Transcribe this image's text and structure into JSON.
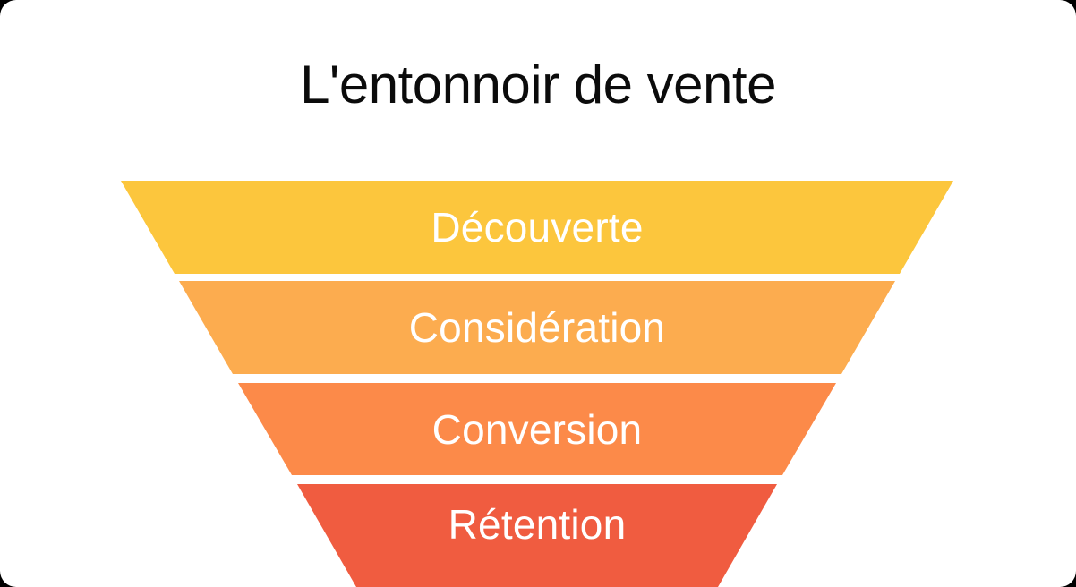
{
  "card": {
    "background": "#FFFFFF",
    "backdrop_color": "#000000"
  },
  "title": {
    "text": "L'entonnoir de vente",
    "color": "#0B0B0B"
  },
  "funnel": {
    "label_color": "#FFFFFF",
    "stages": [
      {
        "label": "Découverte",
        "color": "#FCC63D"
      },
      {
        "label": "Considération",
        "color": "#FCAC4F"
      },
      {
        "label": "Conversion",
        "color": "#FC8A49"
      },
      {
        "label": "Rétention",
        "color": "#F05C40"
      }
    ]
  }
}
